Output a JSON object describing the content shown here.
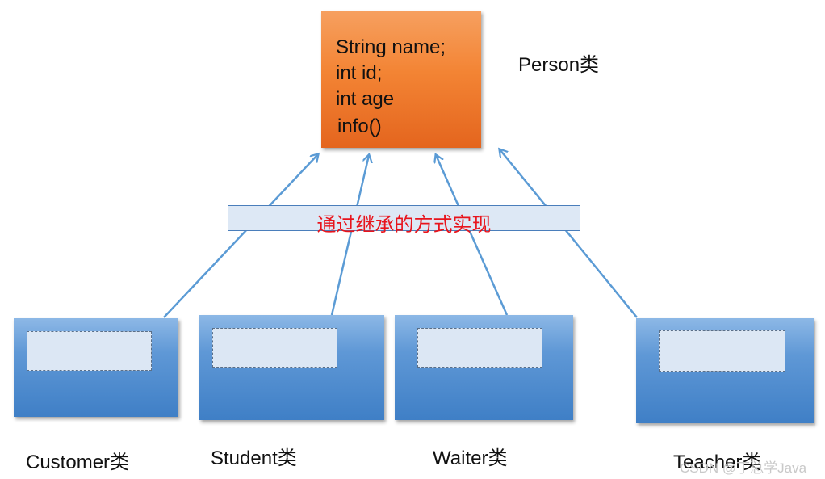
{
  "parent": {
    "label": "Person类",
    "fields": [
      "String name;",
      "int id;",
      "int age",
      "info()"
    ]
  },
  "relation_label": "通过继承的方式实现",
  "children": [
    "Customer类",
    "Student类",
    "Waiter类",
    "Teacher类"
  ],
  "watermark": "CSDN @丁总学Java",
  "colors": {
    "parent_fill": "#f38434",
    "child_fill": "#5f98d6",
    "arrow": "#5b9bd5",
    "relation_text": "#e8141c"
  }
}
